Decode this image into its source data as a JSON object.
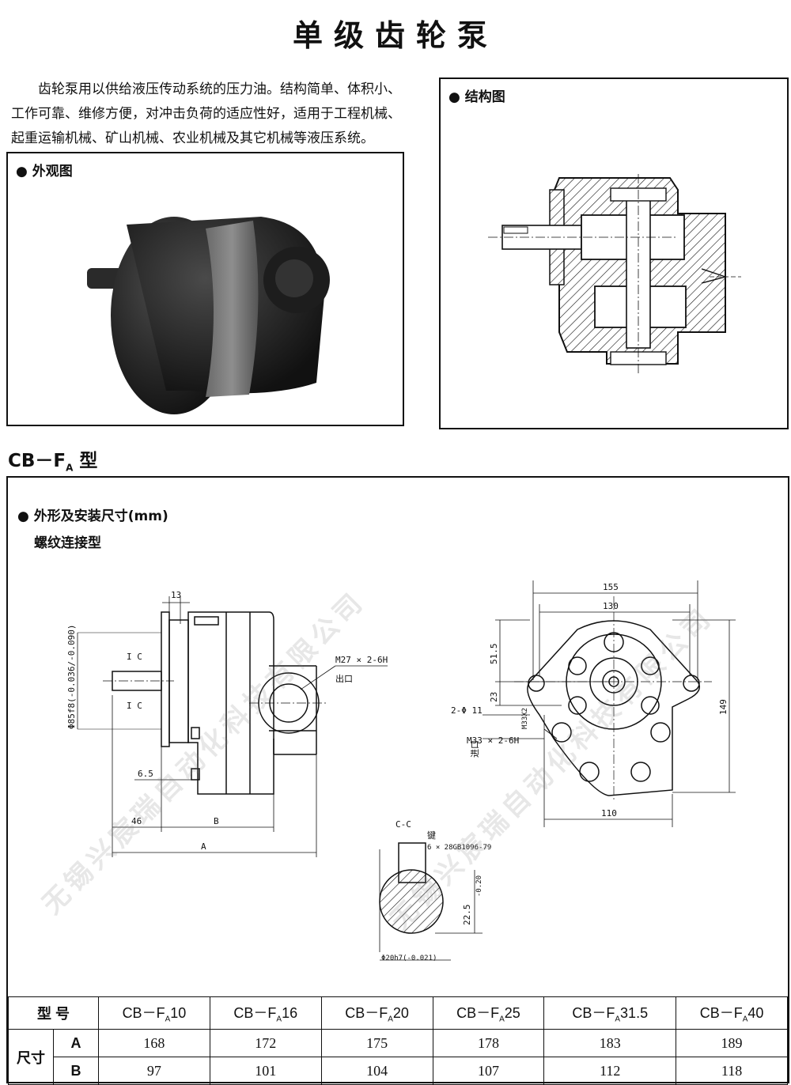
{
  "page": {
    "title": "单级齿轮泵",
    "intro_text": "齿轮泵用以供给液压传动系统的压力油。结构简单、体积小、工作可靠、维修方便，对冲击负荷的适应性好，适用于工程机械、起重运输机械、矿山机械、农业机械及其它机械等液压系统。"
  },
  "photo_panel": {
    "title": "● 外观图"
  },
  "structure_panel": {
    "title": "● 结构图"
  },
  "model": {
    "prefix": "CB－F",
    "sub": "A",
    "suffix": " 型"
  },
  "dimension_panel": {
    "title": "● 外形及安装尺寸(mm)",
    "subtitle": "螺纹连接型",
    "labels": {
      "d13": "13",
      "d65": "6.5",
      "d46": "46",
      "dB": "B",
      "dA": "A",
      "thread_out": "M27 × 2-6H",
      "outlet": "出口",
      "ic": "I C",
      "shaft_dia": "Φ85f8(-0.036/-0.090)",
      "cc": "C-C",
      "key": "键",
      "key_spec": "6 × 28GB1096-79",
      "d225": "22.5",
      "d225_tol": "-0.20",
      "shaft_bottom": "Φ20h7(-0.021)",
      "d155": "155",
      "d130": "130",
      "d515": "51.5",
      "d23": "23",
      "d149": "149",
      "d110": "110",
      "holes": "2-Φ 11",
      "m33": "M33X2",
      "thread_in": "M33 × 2-6H",
      "inlet": "进口"
    }
  },
  "table": {
    "header_label": "型  号",
    "size_label": "尺寸",
    "models": [
      {
        "prefix": "CB－F",
        "sub": "A",
        "suffix": "10"
      },
      {
        "prefix": "CB－F",
        "sub": "A",
        "suffix": "16"
      },
      {
        "prefix": "CB－F",
        "sub": "A",
        "suffix": "20"
      },
      {
        "prefix": "CB－F",
        "sub": "A",
        "suffix": "25"
      },
      {
        "prefix": "CB－F",
        "sub": "A",
        "suffix": "31.5"
      },
      {
        "prefix": "CB－F",
        "sub": "A",
        "suffix": "40"
      }
    ],
    "rows": [
      {
        "label": "A",
        "values": [
          "168",
          "172",
          "175",
          "178",
          "183",
          "189"
        ]
      },
      {
        "label": "B",
        "values": [
          "97",
          "101",
          "104",
          "107",
          "112",
          "118"
        ]
      }
    ]
  },
  "watermark_text": "无锡兴宸瑞自动化科技有限公司"
}
